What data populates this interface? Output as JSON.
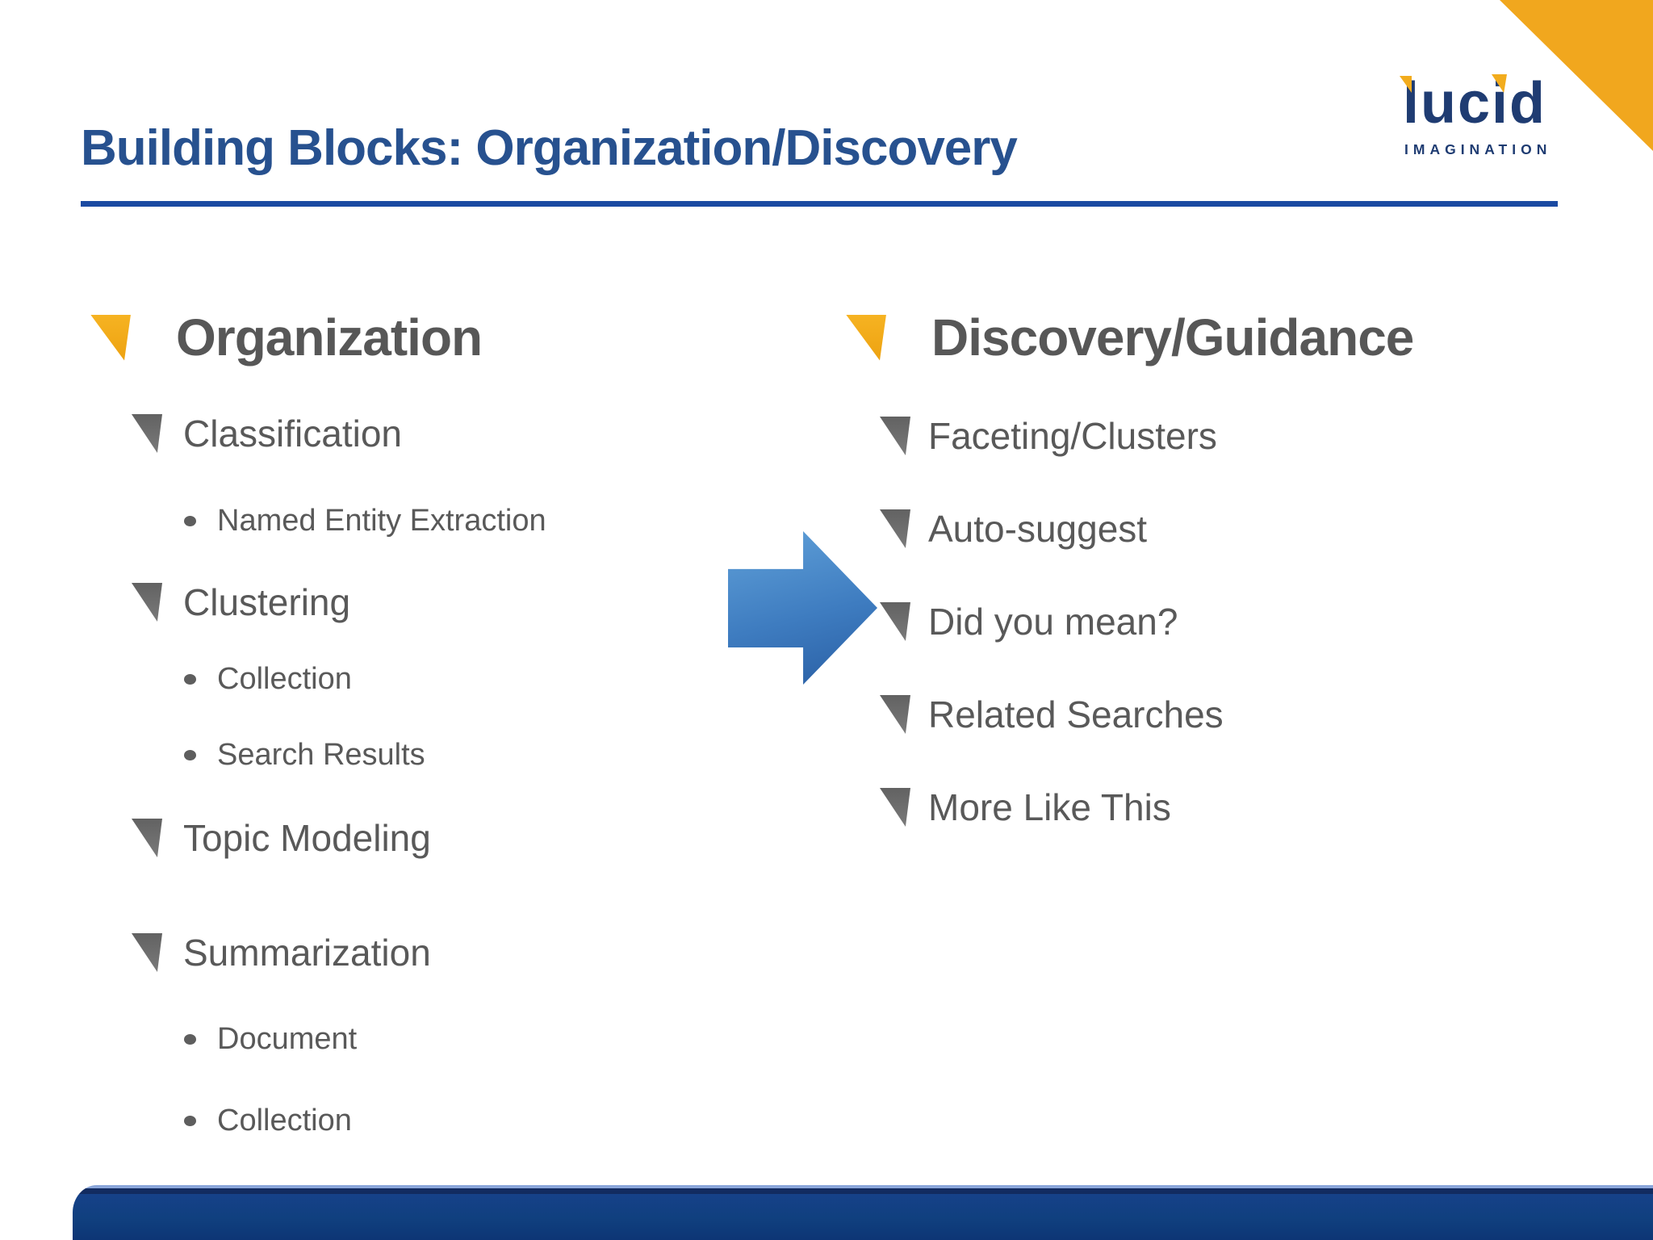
{
  "slide": {
    "title": "Building Blocks: Organization/Discovery",
    "logo": {
      "name": "lucid",
      "tagline": "IMAGINATION"
    },
    "columns": [
      {
        "heading": "Organization",
        "items": [
          {
            "label": "Classification",
            "level": 2
          },
          {
            "label": "Named Entity Extraction",
            "level": 3
          },
          {
            "label": "Clustering",
            "level": 2
          },
          {
            "label": "Collection",
            "level": 3
          },
          {
            "label": "Search Results",
            "level": 3
          },
          {
            "label": "Topic Modeling",
            "level": 2
          },
          {
            "label": "Summarization",
            "level": 2
          },
          {
            "label": "Document",
            "level": 3
          },
          {
            "label": "Collection",
            "level": 3
          }
        ]
      },
      {
        "heading": "Discovery/Guidance",
        "items": [
          {
            "label": "Faceting/Clusters",
            "level": 2
          },
          {
            "label": "Auto-suggest",
            "level": 2
          },
          {
            "label": "Did you mean?",
            "level": 2
          },
          {
            "label": "Related Searches",
            "level": 2
          },
          {
            "label": "More Like This",
            "level": 2
          }
        ]
      }
    ],
    "icons": {
      "corner": "corner-triangle",
      "heading_bullet": "gold-triangle",
      "item_bullet": "gray-triangle",
      "sub_bullet": "dot",
      "flow_arrow": "right-arrow"
    },
    "colors": {
      "title_navy": "#27518F",
      "rule_blue": "#1B4AA2",
      "logo_navy": "#1F3C72",
      "gold": "#F2AC1D",
      "corner_gold": "#F1A71E",
      "text_gray": "#595959",
      "bullet_gray": "#6C6C6C",
      "arrow_blue": "#3E7CC0",
      "footer_navy": "#10407F"
    }
  }
}
